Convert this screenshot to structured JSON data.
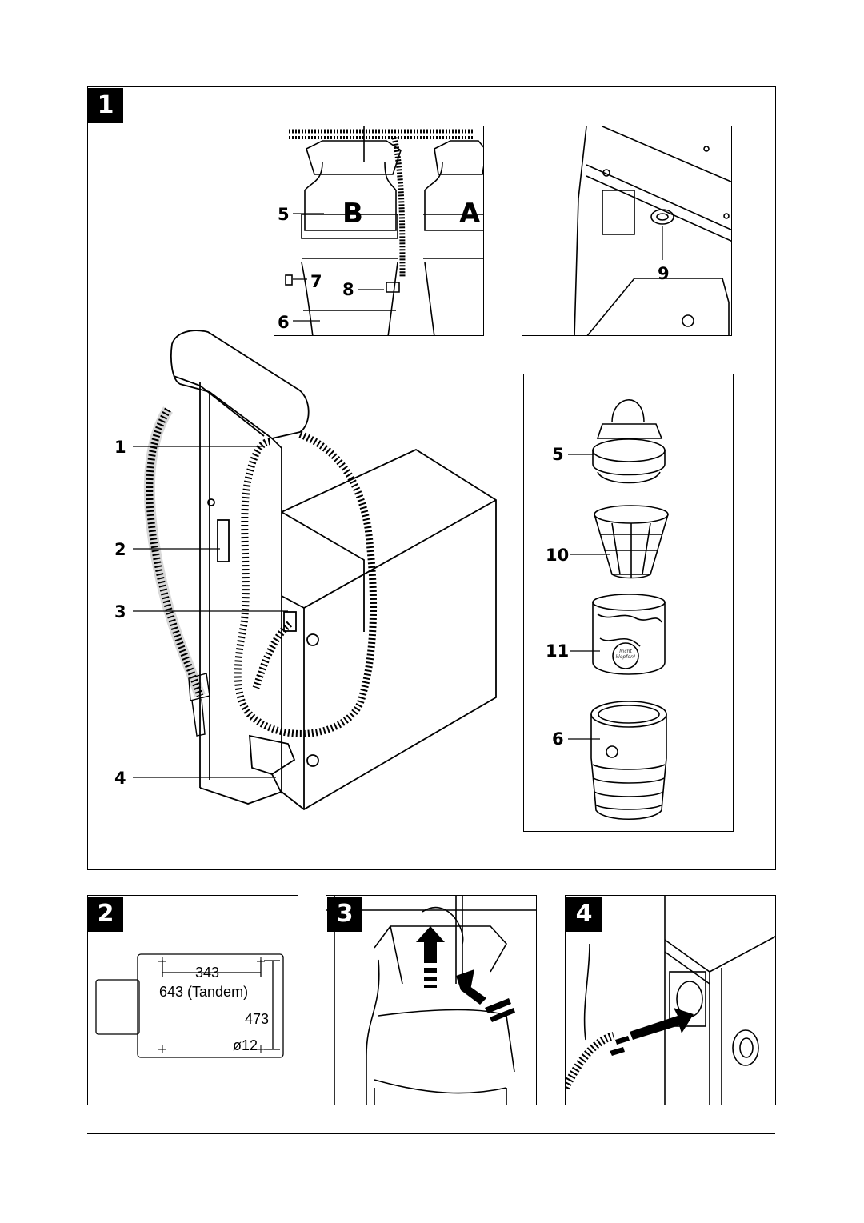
{
  "figures": [
    {
      "number": "1"
    },
    {
      "number": "2"
    },
    {
      "number": "3"
    },
    {
      "number": "4"
    }
  ],
  "fig1": {
    "container_letters": {
      "left": "B",
      "right": "A"
    },
    "callouts": {
      "c1": "1",
      "c2": "2",
      "c3": "3",
      "c4": "4",
      "c5_top": "5",
      "c6_top": "6",
      "c7": "7",
      "c8": "8",
      "c9": "9",
      "c5_parts": "5",
      "c10": "10",
      "c11": "11",
      "c6_parts": "6"
    },
    "bag_label": "Nicht klopfen!"
  },
  "fig2": {
    "width": "343",
    "width_tandem": "643 (Tandem)",
    "depth": "473",
    "hole": "ø12"
  }
}
